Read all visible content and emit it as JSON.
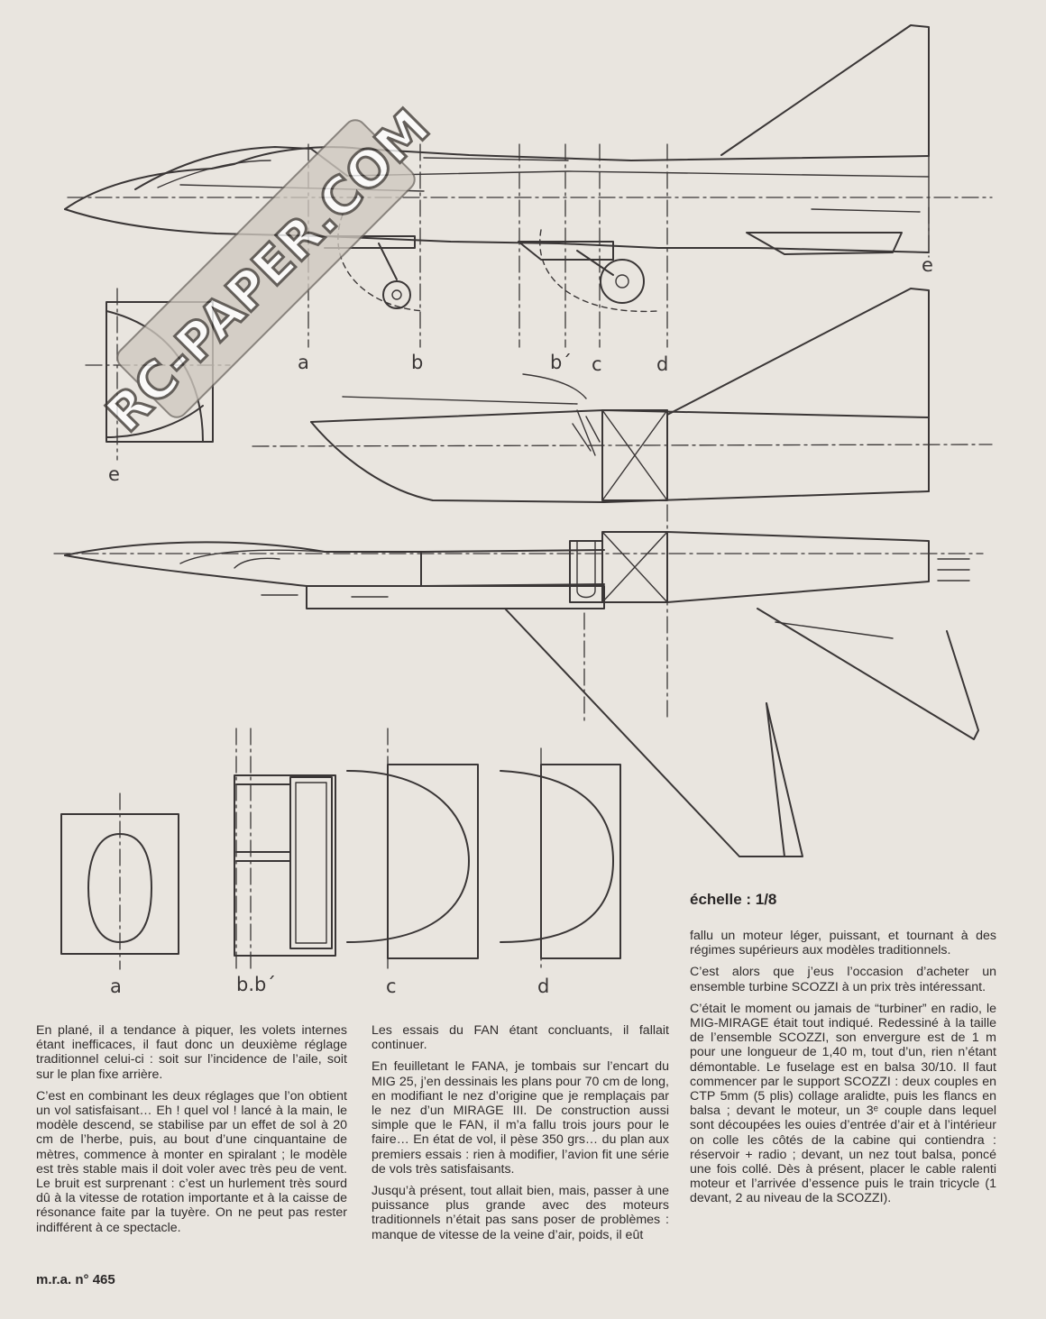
{
  "labels": {
    "a": "a",
    "b": "b",
    "b_prime": "b´",
    "c": "c",
    "d": "d",
    "e": "e",
    "bb": "b.b´"
  },
  "watermark": {
    "text": "RC-PAPER.COM"
  },
  "scale": "échelle : 1/8",
  "footer": "m.r.a. n° 465",
  "columns": [
    {
      "paragraphs": [
        "En plané, il a tendance à piquer, les volets internes étant inefficaces, il faut donc un deuxième réglage traditionnel celui-ci : soit sur l’incidence de l’aile, soit sur le plan fixe arrière.",
        "C’est en combinant les deux réglages que l’on obtient un vol satisfaisant… Eh ! quel vol ! lancé à la main, le modèle descend, se stabilise par un effet de sol à 20 cm de l’herbe, puis, au bout d’une cinquantaine de mètres, commence à monter en spiralant ; le modèle est très stable mais il doit voler avec très peu de vent. Le bruit est surprenant : c’est un hurlement très sourd dû à la vitesse de rotation importante et à la caisse de résonance faite par la tuyère. On ne peut pas rester indifférent à ce spectacle."
      ]
    },
    {
      "paragraphs": [
        "Les essais du FAN étant concluants, il fallait continuer.",
        "En feuilletant le FANA, je tombais sur l’encart du MIG 25, j’en dessinais les plans pour 70 cm de long, en modifiant le nez d’origine que je remplaçais par le nez d’un MIRAGE III. De construction aussi simple que le FAN, il m’a fallu trois jours pour le faire… En état de vol, il pèse 350 grs… du plan aux premiers essais : rien à modifier, l’avion fit une série de vols très satisfaisants.",
        "Jusqu’à présent, tout allait bien, mais, passer à une puissance plus grande avec des moteurs traditionnels n’était pas sans poser de problèmes : manque de vitesse de la veine d’air, poids, il eût"
      ]
    },
    {
      "paragraphs": [
        "fallu un moteur léger, puissant, et tournant à des régimes supérieurs aux modèles traditionnels.",
        "C’est alors que j’eus l’occasion d’acheter un ensemble turbine SCOZZI à un prix très intéressant.",
        "C’était le moment ou jamais de “turbiner” en radio, le MIG-MIRAGE était tout indiqué. Redessiné à la taille de l’ensemble SCOZZI, son envergure est de 1 m pour une longueur de 1,40 m, tout d’un, rien n’étant démontable. Le fuselage est en balsa 30/10. Il faut commencer par le support SCOZZI : deux couples en CTP 5mm (5 plis) collage aralidte, puis les flancs en balsa ; devant le moteur, un 3ᵉ couple dans lequel sont découpées les ouies d’entrée d’air et à l’intérieur on colle les côtés de la cabine qui contiendra : réservoir + radio ; devant, un nez tout balsa, poncé une fois collé. Dès à présent, placer le cable ralenti moteur et l’arrivée d’essence puis le train tricycle (1 devant, 2 au niveau de la SCOZZI)."
      ]
    }
  ]
}
